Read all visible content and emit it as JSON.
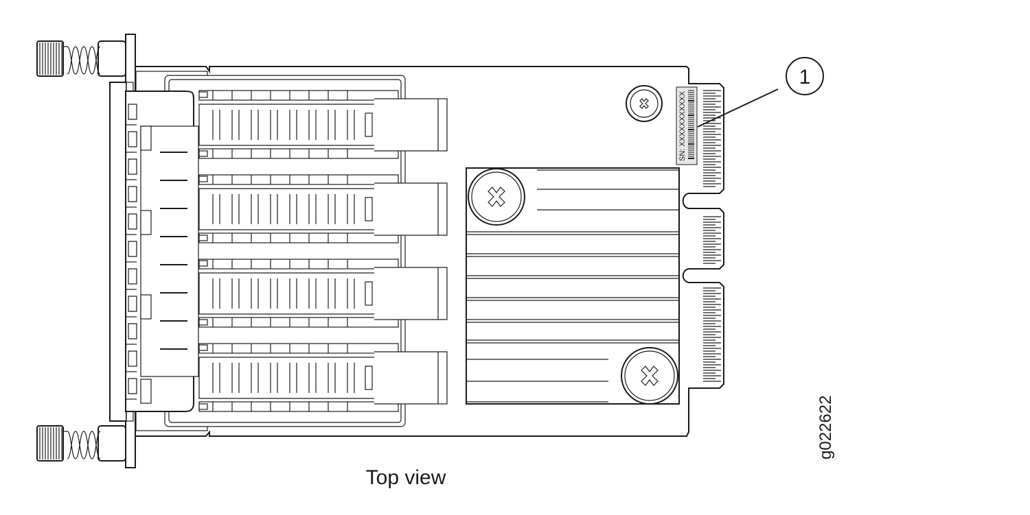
{
  "diagram": {
    "view_caption": "Top view",
    "figure_id": "g022622",
    "callouts": [
      {
        "number": "1",
        "target": "serial-number-label"
      }
    ],
    "serial_label": "SN: XXXXXXXXXXX",
    "port_count": 4,
    "colors": {
      "line": "#1a1a1a",
      "background": "#ffffff",
      "label_fill": "#e6e6e6"
    }
  }
}
